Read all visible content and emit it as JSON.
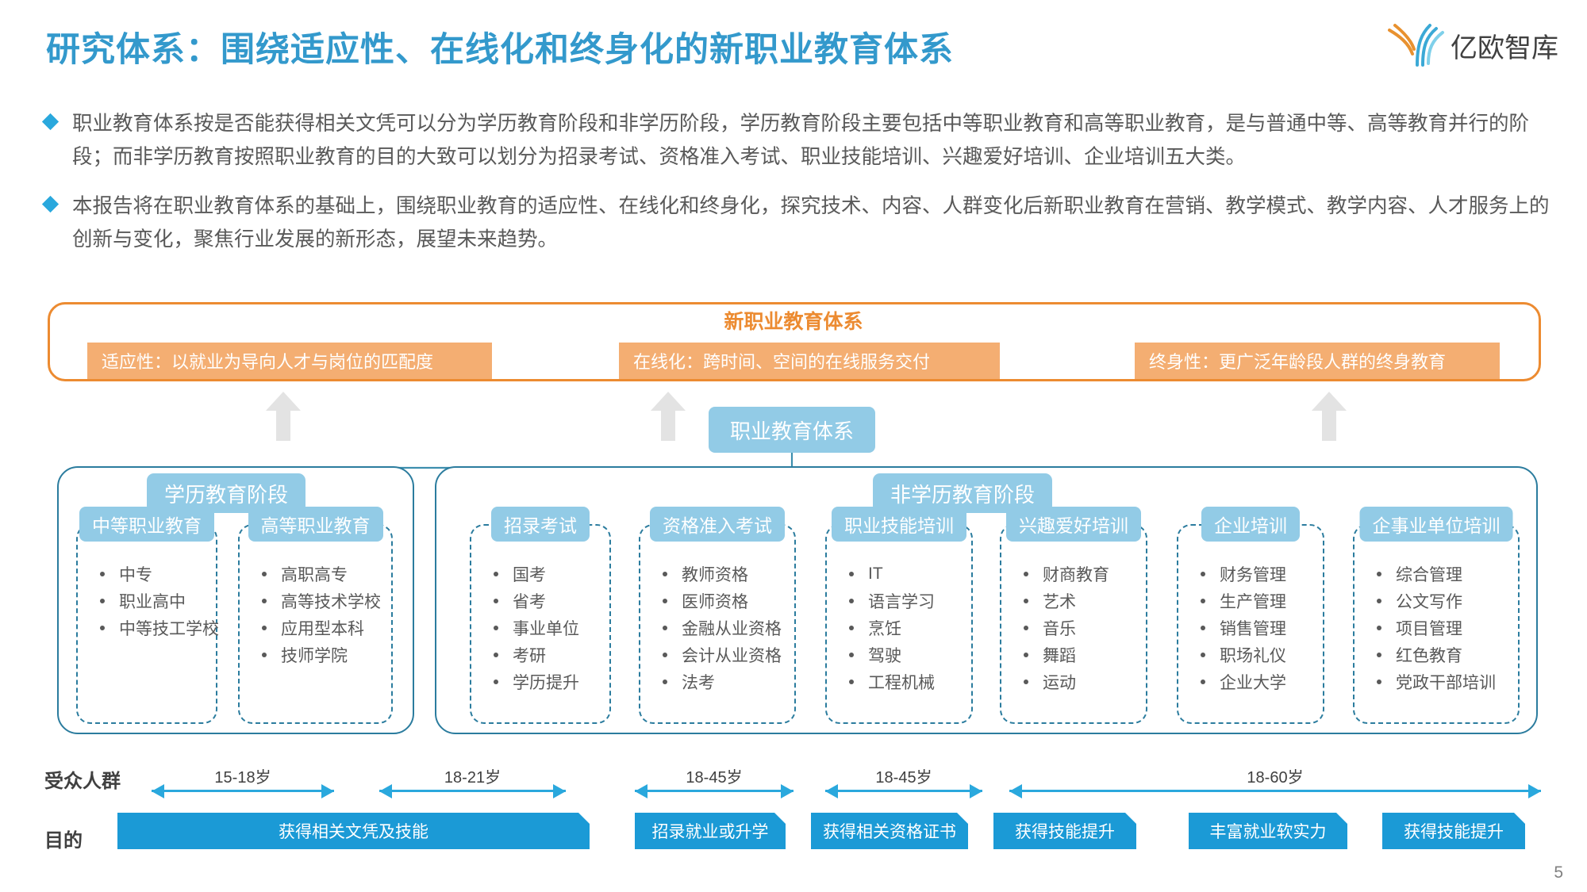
{
  "header": {
    "title": "研究体系：围绕适应性、在线化和终身化的新职业教育体系",
    "logo_text": "亿欧智库",
    "page_number": "5"
  },
  "bullets": [
    "职业教育体系按是否能获得相关文凭可以分为学历教育阶段和非学历阶段，学历教育阶段主要包括中等职业教育和高等职业教育，是与普通中等、高等教育并行的阶段；而非学历教育按照职业教育的目的大致可以划分为招录考试、资格准入考试、职业技能培训、兴趣爱好培训、企业培训五大类。",
    "本报告将在职业教育体系的基础上，围绕职业教育的适应性、在线化和终身化，探究技术、内容、人群变化后新职业教育在营销、教学模式、教学内容、人才服务上的创新与变化，聚焦行业发展的新形态，展望未来趋势。"
  ],
  "new_system": {
    "title": "新职业教育体系",
    "features": [
      "适应性：以就业为导向人才与岗位的匹配度",
      "在线化：跨时间、空间的在线服务交付",
      "终身性：更广泛年龄段人群的终身教育"
    ]
  },
  "tree": {
    "root": "职业教育体系",
    "stages": [
      {
        "label": "学历教育阶段"
      },
      {
        "label": "非学历教育阶段"
      }
    ]
  },
  "categories": [
    {
      "title": "中等职业教育",
      "items": [
        "中专",
        "职业高中",
        "中等技工学校"
      ]
    },
    {
      "title": "高等职业教育",
      "items": [
        "高职高专",
        "高等技术学校",
        "应用型本科",
        "技师学院"
      ]
    },
    {
      "title": "招录考试",
      "items": [
        "国考",
        "省考",
        "事业单位",
        "考研",
        "学历提升"
      ]
    },
    {
      "title": "资格准入考试",
      "items": [
        "教师资格",
        "医师资格",
        "金融从业资格",
        "会计从业资格",
        "法考"
      ]
    },
    {
      "title": "职业技能培训",
      "items": [
        "IT",
        "语言学习",
        "烹饪",
        "驾驶",
        "工程机械"
      ]
    },
    {
      "title": "兴趣爱好培训",
      "items": [
        "财商教育",
        "艺术",
        "音乐",
        "舞蹈",
        "运动"
      ]
    },
    {
      "title": "企业培训",
      "items": [
        "财务管理",
        "生产管理",
        "销售管理",
        "职场礼仪",
        "企业大学"
      ]
    },
    {
      "title": "企事业单位培训",
      "items": [
        "综合管理",
        "公文写作",
        "项目管理",
        "红色教育",
        "党政干部培训"
      ]
    }
  ],
  "bottom": {
    "audience_label": "受众人群",
    "purpose_label": "目的",
    "age_ranges": [
      "15-18岁",
      "18-21岁",
      "18-45岁",
      "18-45岁",
      "18-60岁"
    ],
    "purposes": [
      "获得相关文凭及技能",
      "招录就业或升学",
      "获得相关资格证书",
      "获得技能提升",
      "丰富就业软实力",
      "获得技能提升"
    ]
  },
  "colors": {
    "brand_blue": "#3399cc",
    "node_blue": "#92cbe6",
    "border_blue": "#2b7c9e",
    "accent_blue": "#1b9ad6",
    "orange": "#ec8b31",
    "orange_fill": "#f4ae72",
    "text_grey": "#595959"
  }
}
